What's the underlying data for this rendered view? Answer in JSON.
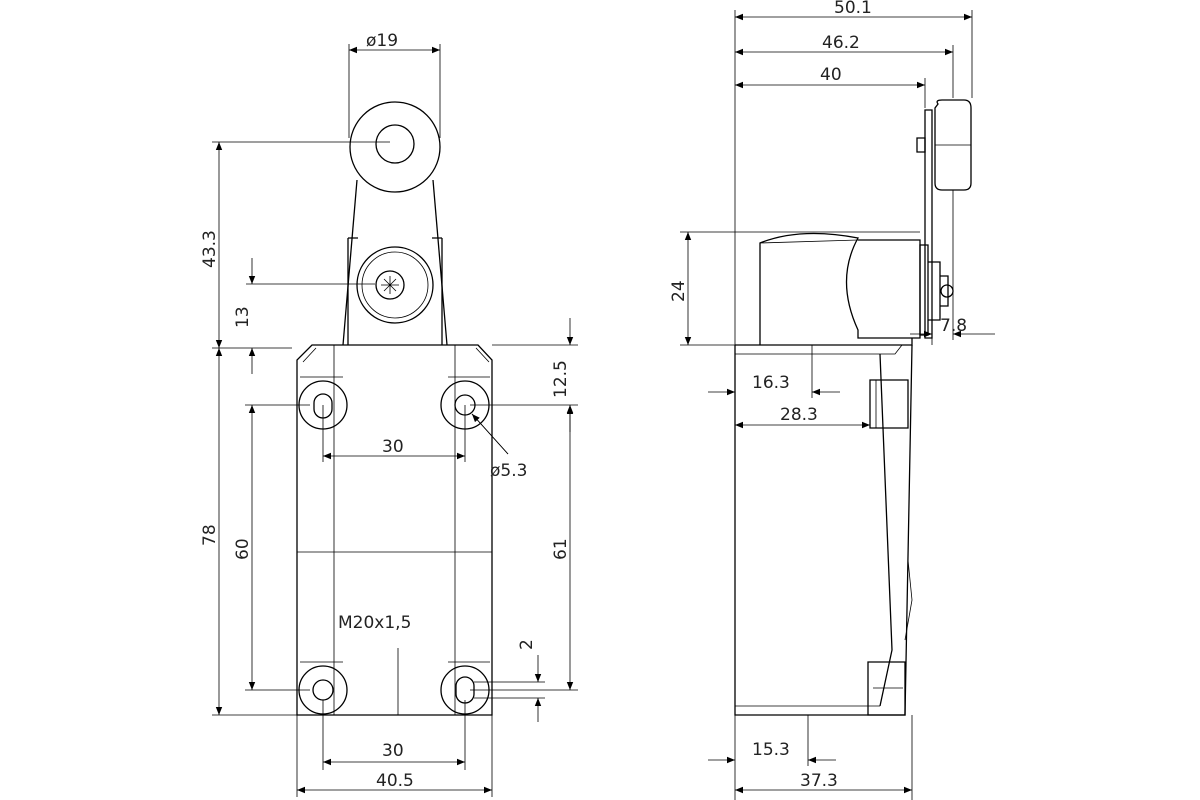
{
  "front_view": {
    "dims": {
      "roller_diameter": "ø19",
      "lever_height": "43.3",
      "pivot_height": "13",
      "top_offset": "12.5",
      "hole_spacing_top": "30",
      "hole_diameter": "ø5.3",
      "body_height": "78",
      "hole_vertical_spacing_left": "60",
      "hole_vertical_spacing_right": "61",
      "thread": "M20x1,5",
      "slot_offset": "2",
      "hole_spacing_bottom": "30",
      "body_width": "40.5"
    }
  },
  "side_view": {
    "dims": {
      "overall_width": "50.1",
      "lever_width": "46.2",
      "arm_offset": "40",
      "head_height": "24",
      "roller_offset": "7.8",
      "head_offset": "16.3",
      "mount_offset": "28.3",
      "conduit_offset": "15.3",
      "body_depth": "37.3"
    }
  }
}
